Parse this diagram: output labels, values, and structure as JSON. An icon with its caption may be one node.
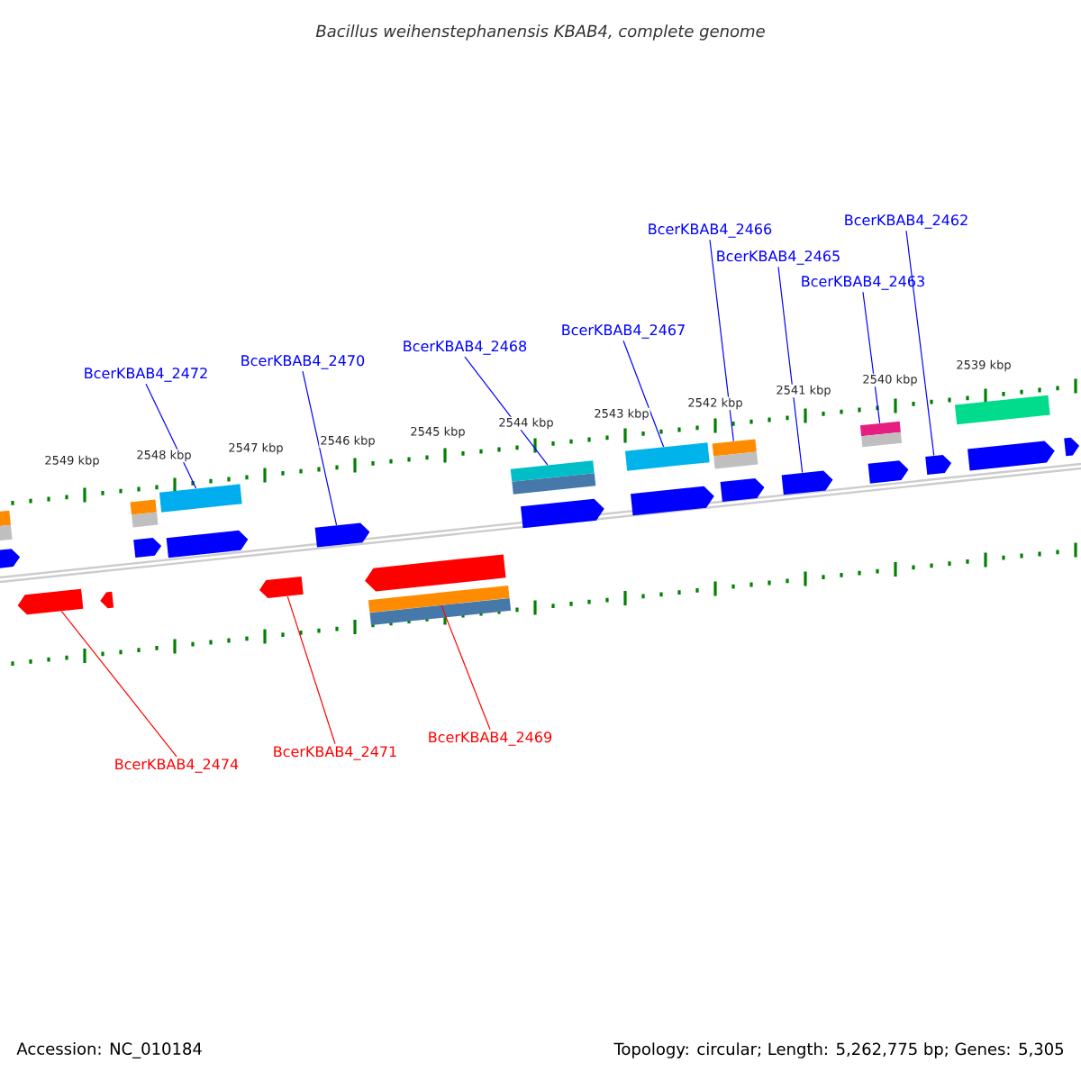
{
  "diagram": {
    "title": "Bacillus weihenstephanensis KBAB4, complete genome",
    "nodes": [
      {
        "text": [
          "BcerKBAB4_2462"
        ]
      },
      {
        "text": [
          "BcerKBAB4_2466"
        ]
      },
      {
        "text": [
          "BcerKBAB4_2465"
        ]
      },
      {
        "text": [
          "BcerKBAB4_2463"
        ]
      },
      {
        "text": [
          "BcerKBAB4_2467"
        ]
      },
      {
        "text": [
          "BcerKBAB4_2468"
        ]
      },
      {
        "text": [
          "BcerKBAB4_2470"
        ]
      },
      {
        "text": [
          "BcerKBAB4_2472"
        ]
      },
      {
        "text": [
          "BcerKBAB4_2469"
        ]
      },
      {
        "text": [
          "BcerKBAB4_2471"
        ]
      },
      {
        "text": [
          "BcerKBAB4_2474"
        ]
      },
      {
        "text": [],
        "shape": "bar"
      },
      {
        "text": [],
        "shape": "arrow"
      },
      {
        "text": [],
        "shape": "arrow"
      },
      {
        "text": [],
        "shape": "arrow"
      },
      {
        "text": [],
        "shape": "bar"
      },
      {
        "text": [],
        "shape": "arrow"
      },
      {
        "text": [],
        "shape": "bar"
      },
      {
        "text": [],
        "shape": "arrow"
      },
      {
        "text": [],
        "shape": "arrow"
      },
      {
        "text": [],
        "shape": "arrow"
      },
      {
        "text": [],
        "shape": "arrow"
      },
      {
        "text": [],
        "shape": "bar"
      },
      {
        "text": [],
        "shape": "bar"
      },
      {
        "text": [],
        "shape": "arrow"
      },
      {
        "text": [],
        "shape": "bar"
      },
      {
        "text": [],
        "shape": "arrow"
      },
      {
        "text": [],
        "shape": "bar"
      },
      {
        "text": [],
        "shape": "arrow"
      },
      {
        "text": [],
        "shape": "arrow"
      },
      {
        "text": [],
        "shape": "bar"
      },
      {
        "text": [],
        "shape": "arrow"
      },
      {
        "text": [],
        "shape": "arrow"
      },
      {
        "text": [],
        "shape": "bar"
      },
      {
        "text": [],
        "shape": "arrow"
      },
      {
        "text": [],
        "shape": "arrow"
      }
    ],
    "edges": [
      {
        "from": 0,
        "to": 32,
        "arrow": "none"
      },
      {
        "from": 1,
        "to": 27,
        "arrow": "none"
      },
      {
        "from": 2,
        "to": 29,
        "arrow": "none"
      },
      {
        "from": 3,
        "to": 30,
        "arrow": "none"
      },
      {
        "from": 4,
        "to": 25,
        "arrow": "none"
      },
      {
        "from": 5,
        "to": 23,
        "arrow": "none"
      },
      {
        "from": 6,
        "to": 20,
        "arrow": "none"
      },
      {
        "from": 7,
        "to": 17,
        "arrow": "none"
      },
      {
        "from": 8,
        "to": 22,
        "arrow": "none",
        "color": "#ff0000"
      },
      {
        "from": 9,
        "to": 19,
        "arrow": "none",
        "color": "#ff0000"
      },
      {
        "from": 10,
        "to": 13,
        "arrow": "none",
        "color": "#ff0000"
      }
    ],
    "labels": [
      "2549 kbp",
      "2548 kbp",
      "2547 kbp",
      "2546 kbp",
      "2545 kbp",
      "2544 kbp",
      "2543 kbp",
      "2542 kbp",
      "2541 kbp",
      "2540 kbp",
      "2539 kbp",
      "Accession: NC_010184",
      "Topology: circular; Length: 5,262,775 bp; Genes: 5,305"
    ]
  }
}
